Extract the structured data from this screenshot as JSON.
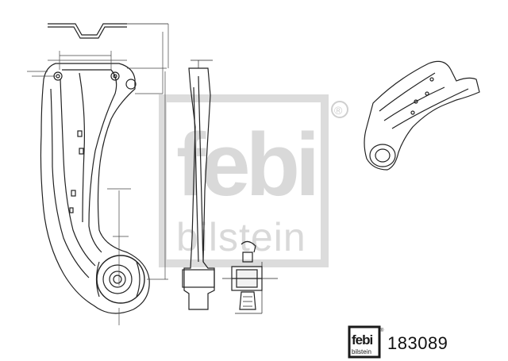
{
  "brand": {
    "name": "febi",
    "sub": "bilstein",
    "registered_mark": "®"
  },
  "part_number": "183089",
  "colors": {
    "watermark": "#d9d9d9",
    "line": "#222222",
    "logo_bg": "#1a1a1a"
  }
}
